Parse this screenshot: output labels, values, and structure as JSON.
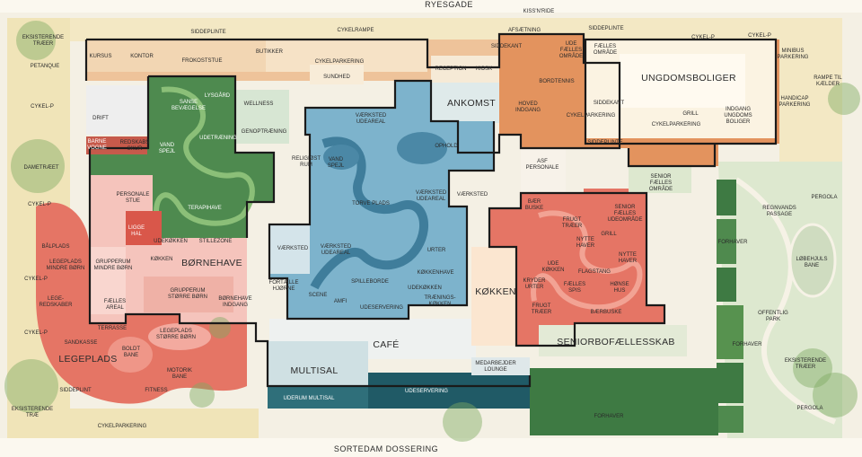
{
  "streets": {
    "north": "RYESGADE",
    "south": "SORTEDAM DOSSERING",
    "kiss_n_ride": "KISS'N'RIDE"
  },
  "zones": {
    "legeplads": "LEGEPLADS",
    "boernehave": "BØRNEHAVE",
    "ankomst": "ANKOMST",
    "cafe": "CAFÉ",
    "multisal": "MULTISAL",
    "koekken": "KØKKEN",
    "ungdomsboliger": "UNGDOMSBOLIGER",
    "seniorbofaellesskab": "SENIORBOFÆLLESSKAB"
  },
  "labels": {
    "eksisterende_traeer_nw": [
      "EKSISTERENDE",
      "TRÆER"
    ],
    "petanque": "PETANQUE",
    "kursus": "KURSUS",
    "kontor": "KONTOR",
    "sideplinte_top": "SIDDEPLINTE",
    "frokoststue": "FROKOSTSTUE",
    "butikker": "BUTIKKER",
    "cykelrampe": "CYKELRAMPE",
    "cykelparkering_top": "CYKELPARKERING",
    "sundhed": "SUNDHED",
    "siddekant_top": "SIDDEKANT",
    "afsaetning": "AFSÆTNING",
    "reception": "RECEPTION",
    "kiosk": "KIOSK",
    "ude_faelles_omraade": [
      "UDE",
      "FÆLLES",
      "OMRÅDE"
    ],
    "faelles_omraade_top": [
      "FÆLLES",
      "OMRÅDE"
    ],
    "sideplinte_ne": "SIDDEPLINTE",
    "cykel_p_ne1": "CYKEL-P",
    "cykel_p_ne2": "CYKEL-P",
    "minibus_parkering": [
      "MINIBUS",
      "PARKERING"
    ],
    "rampe_til_kaelder": [
      "RAMPE TIL",
      "KÆLDER"
    ],
    "handicap_parkering": [
      "HANDICAP",
      "PARKERING"
    ],
    "bordtennis": "BORDTENNIS",
    "hoved_indgang": [
      "HOVED",
      "INDGANG"
    ],
    "siddekant_mid": "SIDDEKANT",
    "grill_top": "GRILL",
    "cykelparkering_mid1": "CYKELPARKERING",
    "cykelparkering_mid2": "CYKELPARKERING",
    "indgang_ungdomsboliger": [
      "INDGANG",
      "UNGDOMS",
      "BOLIGER"
    ],
    "sideplinte_mid": "SIDDEPLINTE",
    "asf_personale": [
      "ASF",
      "PERSONALE"
    ],
    "drift": "DRIFT",
    "sanse_bevaegelse": [
      "SANSE",
      "BEVÆGELSE"
    ],
    "lysgaard": "LYSGÅRD",
    "wellness": "WELLNESS",
    "genoptraening": "GENOPTRÆNING",
    "udetraening": "UDETRÆNING",
    "vand_spejl_green": [
      "VAND",
      "SPEJL"
    ],
    "cykel_p_w1": "CYKEL-P",
    "barne_vogne": [
      "BARNE",
      "VOGNE"
    ],
    "redskabs_skur": [
      "REDSKABS",
      "SKUR"
    ],
    "dametraeet": "DAMETRÆET",
    "personale_stue": [
      "PERSONALE",
      "STUE"
    ],
    "terapihave": "TERAPIHAVE",
    "religioest_rum": [
      "RELIGIØST",
      "RUM"
    ],
    "vand_spejl_blue": [
      "VAND",
      "SPEJL"
    ],
    "vaerksted_udeareal_top": [
      "VÆRKSTED",
      "UDEAREAL"
    ],
    "ophold": "OPHOLD",
    "torve_plads": "TORVE PLADS",
    "vaerksted_udeareal_r": [
      "VÆRKSTED",
      "UDEAREAL"
    ],
    "vaerksted_r": "VÆRKSTED",
    "cykel_p_w2": "CYKEL-P",
    "ligge_hal": [
      "LIGGE",
      "HAL"
    ],
    "udekoekken_b": "UDEKØKKEN",
    "stillezone": "STILLEZONE",
    "baalplads": "BÅLPLADS",
    "koekken_small": "KØKKEN",
    "vaerksted_l": "VÆRKSTED",
    "vaerksted_udeareal_l": [
      "VÆRKSTED",
      "UDEAREAL"
    ],
    "urter": "URTER",
    "koekkenhave": "KØKKENHAVE",
    "legeplads_mindre": [
      "LEGEPLADS",
      "MINDRE BØRN"
    ],
    "grupperum_mindre": [
      "GRUPPERUM",
      "MINDRE BØRN"
    ],
    "cykel_p_w3": "CYKEL-P",
    "faelles_hjoerne": [
      "FORTÆLLE",
      "HJØRNE"
    ],
    "spilleborde": "SPILLEBORDE",
    "udekoekken_c": "UDEKØKKEN",
    "scene": "SCENE",
    "amfi": "AMFI",
    "traenings_koekken": [
      "TRÆNINGS-",
      "KØKKEN"
    ],
    "udeservering_c": "UDESERVERING",
    "lege_redskaber": [
      "LEGE-",
      "REDSKABER"
    ],
    "faelles_areal": [
      "FÆLLES",
      "AREAL"
    ],
    "grupperum_stoerre": [
      "GRUPPERUM",
      "STØRRE BØRN"
    ],
    "boernehave_indgang": [
      "BØRNEHAVE",
      "INDGANG"
    ],
    "cykel_p_w4": "CYKEL-P",
    "terrasse": "TERRASSE",
    "sandkasse": "SANDKASSE",
    "legeplads_stoerre": [
      "LEGEPLADS",
      "STØRRE BØRN"
    ],
    "boldt_bane": [
      "BOLDT",
      "BANE"
    ],
    "motorik_bane": [
      "MOTORIK",
      "BANE"
    ],
    "fitness": "FITNESS",
    "sideplint_sw": "SIDDEPLINT",
    "eksisterende_trae_sw": [
      "EKSISTERENDE",
      "TRÆ"
    ],
    "cykelparkering_bottom": "CYKELPARKERING",
    "uderum_multisal": "UDERUM MULTISAL",
    "udeservering_bottom": "UDESERVERING",
    "medarbejder_lounge": [
      "MEDARBEJDER",
      "LOUNGE"
    ],
    "baer_buske_top": [
      "BÆR",
      "BUSKE"
    ],
    "frugt_traeer_top": [
      "FRUGT",
      "TRÆER"
    ],
    "senior_faelles_udeomraade": [
      "SENIOR",
      "FÆLLES",
      "UDEOMRÅDE"
    ],
    "senior_faelles_omraade": [
      "SENIOR",
      "FÆLLES",
      "OMRÅDE"
    ],
    "grill_s": "GRILL",
    "nytte_haver1": [
      "NYTTE",
      "HAVER"
    ],
    "ude_koekken_s": [
      "UDE",
      "KØKKEN"
    ],
    "nytte_haver2": [
      "NYTTE",
      "HAVER"
    ],
    "flagstang": "FLAGSTANG",
    "faelles_spis": [
      "FÆLLES",
      "SPIS"
    ],
    "hoense_hus": [
      "HØNSE",
      "HUS"
    ],
    "krydder_urter": [
      "KRYDER",
      "URTER"
    ],
    "frugt_traeer_bottom": [
      "FRUGT",
      "TRÆER"
    ],
    "baerbuske": "BÆRBUSKE",
    "pergola_e": "PERGOLA",
    "regnvands_passage": [
      "REGNVANDS",
      "PASSAGE"
    ],
    "forhaver1": "FORHAVER",
    "loebehjuls_bane": [
      "LØBEHJULS",
      "BANE"
    ],
    "offentlig_park": [
      "OFFENTLIG",
      "PARK"
    ],
    "forhaver2": "FORHAVER",
    "eksisterende_traeer_e": [
      "EKSISTERENDE",
      "TRÆER"
    ],
    "forhaver3": "FORHAVER",
    "pergola_se": "PERGOLA"
  },
  "colors": {
    "ground": "#f4f0e4",
    "street_band": "#f3e8c4",
    "green_courtyard": "#4e8a4f",
    "blue_courtyard": "#7db3cc",
    "red_garden": "#e57565",
    "orange_building": "#e3935e",
    "multisal_teal": "#2f6f7a",
    "park_green": "#dde8cf",
    "building_outline": "#1a1a1a"
  }
}
